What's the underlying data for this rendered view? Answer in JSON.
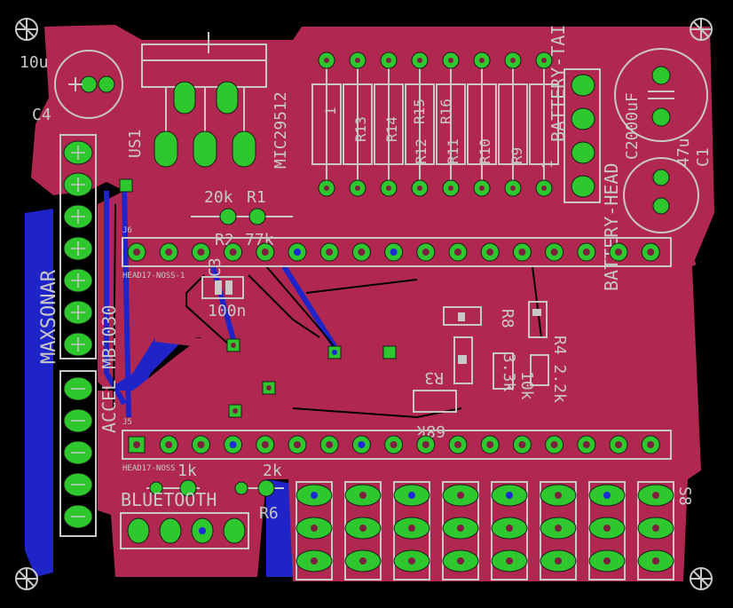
{
  "colors": {
    "background": "#000000",
    "top_copper": "#b02850",
    "bottom_copper": "#1e24c8",
    "pad": "#2ec82e",
    "silkscreen": "#c8c8c8"
  },
  "labels": {
    "c4_value": "10u",
    "c4_name": "C4",
    "us1": "US1",
    "mic": "MIC29512",
    "r1_value": "20k",
    "r1_name": "R1",
    "r2_name": "R2",
    "r2_value": "77k",
    "c3_value": "100n",
    "c3_name": "C3",
    "j6": "J6",
    "j6_part": "HEAD17-NOSS-1",
    "j5": "J5",
    "j5_part": "HEAD17-NOSS",
    "maxsonar": "MAXSONAR",
    "accel": "ACCEL MB1030",
    "bluetooth": "BLUETOOTH",
    "r6_value": "2k",
    "r6_name": "R6",
    "r5_value": "1k",
    "battery_tail": "BATTERY-TAI",
    "battery_head": "BATTERY-HEAD",
    "c2_value": "C2000uF",
    "c1_name": "C1",
    "c1_value": "47u",
    "s8": "S8",
    "r3": "R3",
    "r3_value": "68k",
    "r4_value": "R4 2.2k",
    "r8": "R8",
    "r8_value": "3.3k",
    "r7_value": "10k",
    "res": [
      "R13",
      "R14",
      "R15",
      "R12",
      "R16",
      "R11",
      "R10",
      "R9",
      "1",
      "1"
    ]
  }
}
